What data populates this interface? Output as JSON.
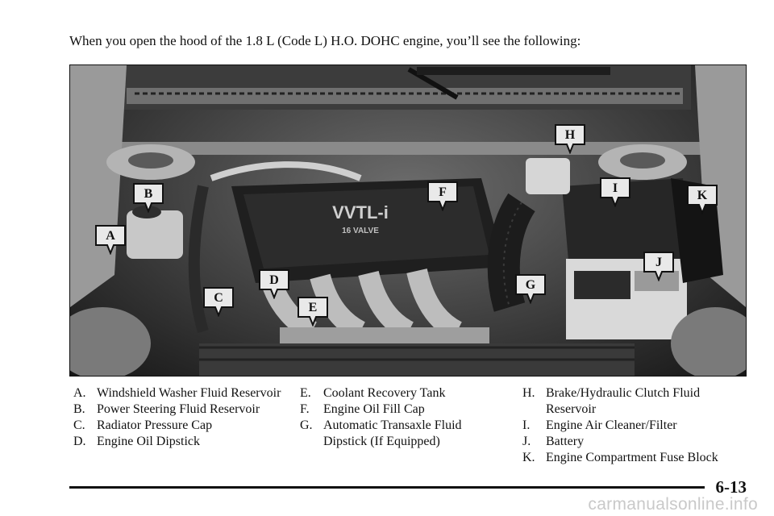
{
  "intro": "When you open the hood of the 1.8 L (Code L) H.O. DOHC engine, you’ll see the following:",
  "photo": {
    "cover_text_line1": "VVTL-i",
    "cover_text_line2": "16 VALVE",
    "callouts": [
      "A",
      "B",
      "C",
      "D",
      "E",
      "F",
      "G",
      "H",
      "I",
      "J",
      "K"
    ]
  },
  "legend": {
    "col1": [
      {
        "key": "A.",
        "text": "Windshield Washer Fluid Reservoir"
      },
      {
        "key": "B.",
        "text": "Power Steering Fluid Reservoir"
      },
      {
        "key": "C.",
        "text": "Radiator Pressure Cap"
      },
      {
        "key": "D.",
        "text": "Engine Oil Dipstick"
      }
    ],
    "col2": [
      {
        "key": "E.",
        "text": "Coolant Recovery Tank"
      },
      {
        "key": "F.",
        "text": "Engine Oil Fill Cap"
      },
      {
        "key": "G.",
        "text": "Automatic Transaxle Fluid Dipstick (If Equipped)"
      }
    ],
    "col3": [
      {
        "key": "H.",
        "text": "Brake/Hydraulic Clutch Fluid Reservoir"
      },
      {
        "key": "I.",
        "text": "Engine Air Cleaner/Filter"
      },
      {
        "key": "J.",
        "text": "Battery"
      },
      {
        "key": "K.",
        "text": "Engine Compartment Fuse Block"
      }
    ]
  },
  "page_number": "6-13",
  "watermark": "carmanualsonline.info"
}
